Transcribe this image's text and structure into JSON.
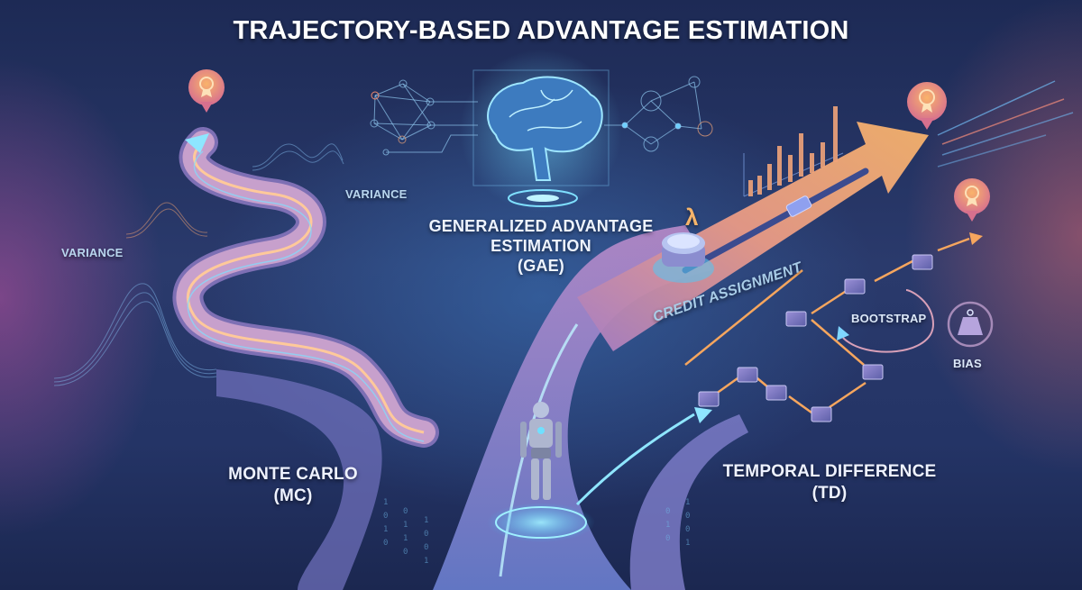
{
  "title": "TRAJECTORY-BASED ADVANTAGE ESTIMATION",
  "labels": {
    "variance_left": "VARIANCE",
    "variance_right": "VARIANCE",
    "gae_line1": "GENERALIZED ADVANTAGE",
    "gae_line2": "ESTIMATION",
    "gae_line3": "(GAE)",
    "lambda": "λ",
    "credit_assignment": "CREDIT ASSIGNMENT",
    "bootstrap": "BOOTSTRAP",
    "bias": "BIAS",
    "mc_line1": "MONTE CARLO",
    "mc_line2": "(MC)",
    "td_line1": "TEMPORAL DIFFERENCE",
    "td_line2": "(TD)"
  },
  "icons": {
    "reward_badges": [
      "reward-badge-mc",
      "reward-badge-gae",
      "reward-badge-td"
    ],
    "agent": "robot-icon",
    "brain": "brain-icon",
    "weight": "weight-icon"
  },
  "colors": {
    "accent_orange": "#f6a65e",
    "accent_cyan": "#5fd0f5",
    "road_purple": "#8a7bc4",
    "background_navy": "#22305f"
  }
}
